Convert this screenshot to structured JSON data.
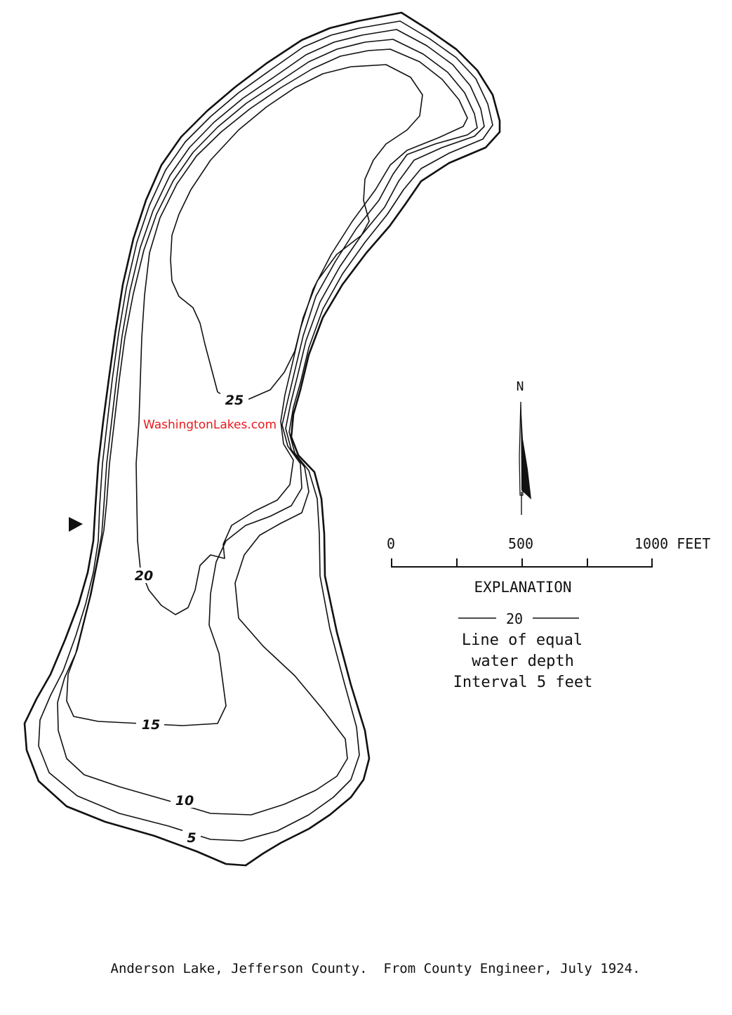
{
  "watermark": "WashingtonLakes.com",
  "depth_labels": [
    "25",
    "20",
    "15",
    "10",
    "5"
  ],
  "north_label": "N",
  "scale": {
    "ticks": [
      "0",
      "500",
      "1000 FEET"
    ]
  },
  "explanation": {
    "heading": "EXPLANATION",
    "sample_value": "20",
    "line1": "Line of equal",
    "line2": "water depth",
    "line3_prefix": "Interval ",
    "line3_value": "5",
    "line3_suffix": " feet"
  },
  "caption": "Anderson Lake, Jefferson County.  From County Engineer, July 1924.",
  "colors": {
    "ink": "#111111",
    "watermark": "#e8191c",
    "background": "#ffffff"
  }
}
